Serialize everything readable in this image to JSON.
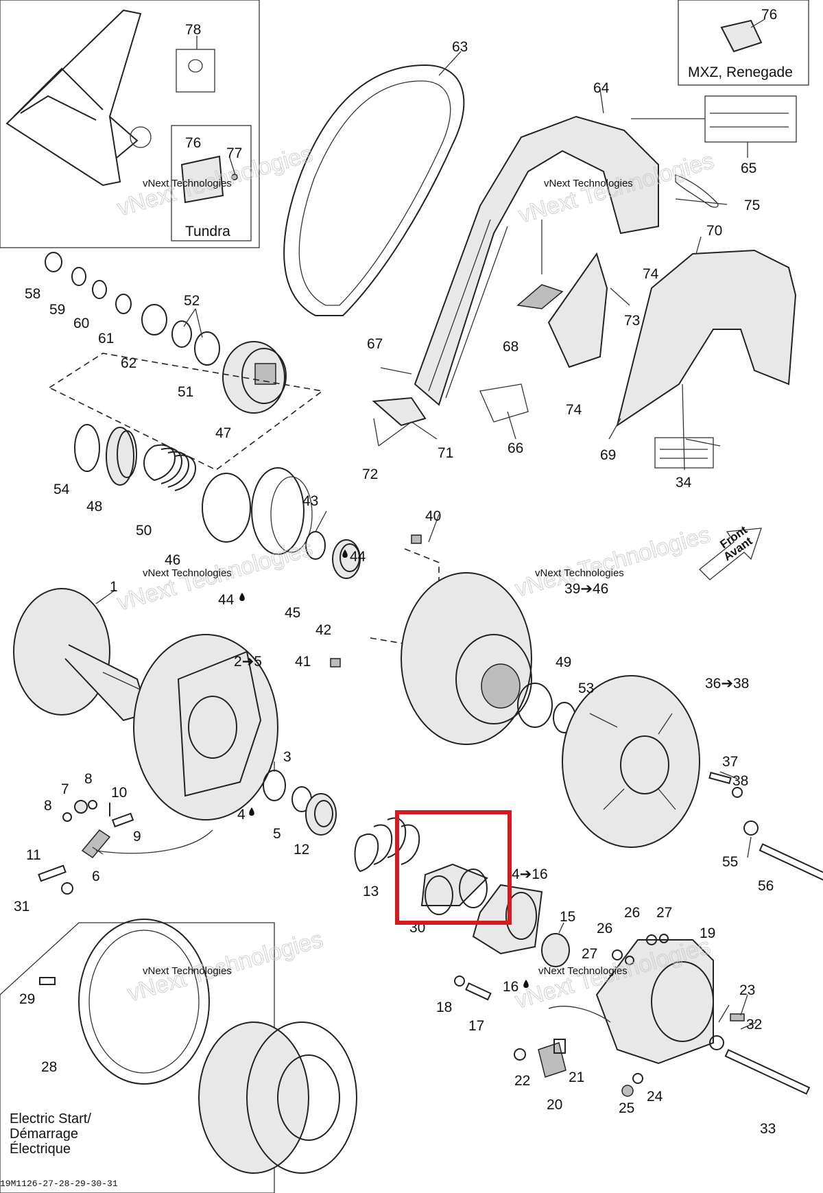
{
  "boxes": {
    "mxz_caption": "MXZ, Renegade",
    "tundra_caption": "Tundra",
    "electric_start": [
      "Electric Start/",
      "Démarrage",
      "Électrique"
    ]
  },
  "watermark": "vNext Technologies",
  "front_arrow": [
    "Front",
    "Avant"
  ],
  "drawing_code": "19M1126-27-28-29-30-31",
  "highlight_color": "#d71920",
  "callouts": {
    "c1": "1",
    "c2_5": "2➔5",
    "c3": "3",
    "c4": "4",
    "c5": "5",
    "c6": "6",
    "c7": "7",
    "c8a": "8",
    "c8b": "8",
    "c9": "9",
    "c10": "10",
    "c11": "11",
    "c12": "12",
    "c13": "13",
    "c14_16": "4➔16",
    "c15": "15",
    "c16": "16",
    "c17": "17",
    "c18": "18",
    "c19": "19",
    "c20": "20",
    "c21": "21",
    "c22": "22",
    "c23": "23",
    "c24": "24",
    "c25": "25",
    "c26a": "26",
    "c26b": "26",
    "c27a": "27",
    "c27b": "27",
    "c28": "28",
    "c29": "29",
    "c30": "30",
    "c31": "31",
    "c32": "32",
    "c33": "33",
    "c34": "34",
    "c36_38": "36➔38",
    "c37": "37",
    "c38": "38",
    "c39_46": "39➔46",
    "c40": "40",
    "c41": "41",
    "c42": "42",
    "c43": "43",
    "c44a": "44",
    "c44b": "44",
    "c45": "45",
    "c46": "46",
    "c47": "47",
    "c48": "48",
    "c49": "49",
    "c50": "50",
    "c51": "51",
    "c52": "52",
    "c53": "53",
    "c54": "54",
    "c55": "55",
    "c56": "56",
    "c58": "58",
    "c59": "59",
    "c60": "60",
    "c61": "61",
    "c62": "62",
    "c63": "63",
    "c64": "64",
    "c65": "65",
    "c66": "66",
    "c67": "67",
    "c68": "68",
    "c69": "69",
    "c70": "70",
    "c71": "71",
    "c72": "72",
    "c73": "73",
    "c74a": "74",
    "c74b": "74",
    "c75": "75",
    "c76a": "76",
    "c76b": "76",
    "c77": "77",
    "c78": "78"
  }
}
